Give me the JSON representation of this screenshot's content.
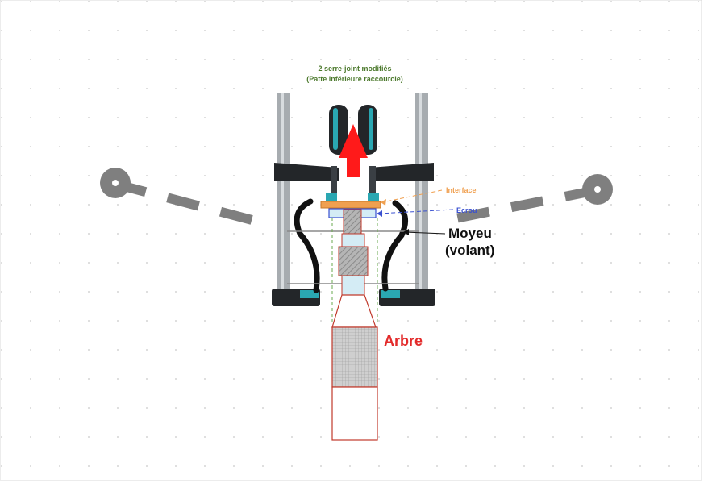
{
  "title_line1": "2 serre-joint modifiés",
  "title_line2": "(Patte inférieure raccourcie)",
  "labels": {
    "interface": "Interface",
    "ecrou": "Ecrou",
    "moyeu_line1": "Moyeu",
    "moyeu_line2": "(volant)",
    "arbre": "Arbre"
  },
  "colors": {
    "title": "#4d7a2e",
    "interface": "#f0a050",
    "ecrou": "#3a50d0",
    "moyeu": "#111111",
    "arbre": "#e32b2b",
    "shaft_outline": "#c0392b",
    "arrow": "#ff1a1a",
    "clamp_bar": "#a7acb0",
    "clamp_dark": "#232629",
    "clamp_teal": "#2aa7b2",
    "hub_curves": "#111111",
    "wheel_gray": "#7f7f7f",
    "hatch": "#8a8a8a",
    "light_blue": "#d4ecf5"
  },
  "icons": {
    "arrow": "up-arrow-icon",
    "left_pivot": "pivot-circle-icon",
    "right_pivot": "pivot-circle-icon"
  }
}
